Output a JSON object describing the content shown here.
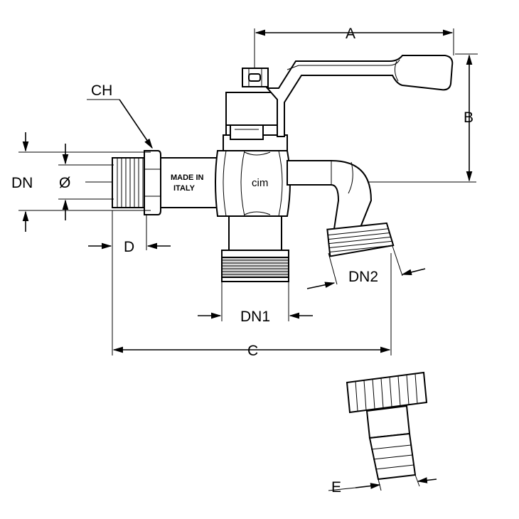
{
  "labels": {
    "A": "A",
    "B": "B",
    "C": "C",
    "D": "D",
    "E": "E",
    "CH": "CH",
    "DN": "DN",
    "DN1": "DN1",
    "DN2": "DN2",
    "diameter": "Ø"
  },
  "stamp": {
    "line1": "MADE IN",
    "line2": "ITALY"
  },
  "brand": "cim"
}
